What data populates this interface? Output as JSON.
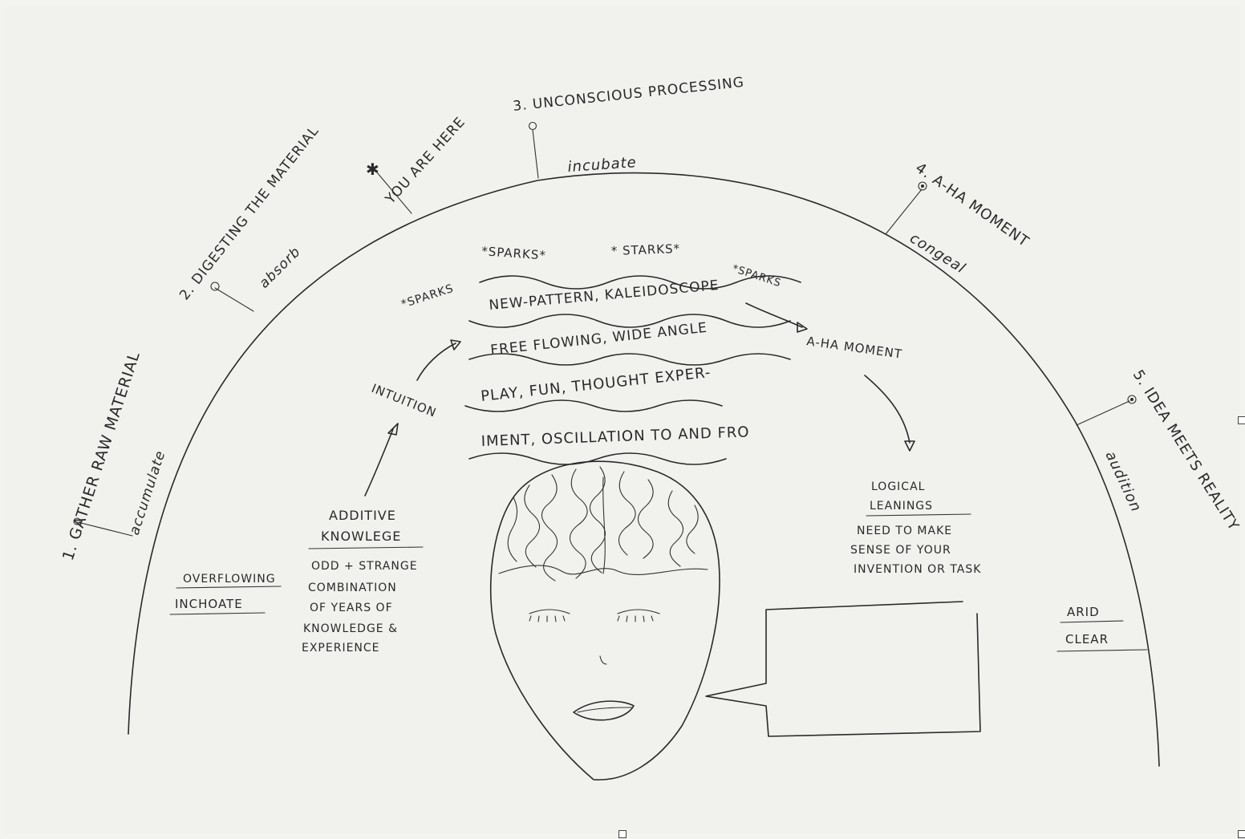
{
  "stages": [
    {
      "label": "1. GATHER RAW MATERIAL",
      "verb": "accumulate"
    },
    {
      "label": "2. DIGESTING THE MATERIAL",
      "verb": "absorb"
    },
    {
      "label": "3. UNCONSCIOUS PROCESSING",
      "verb": "incubate"
    },
    {
      "label": "4. A-HA MOMENT",
      "verb": "congeal"
    },
    {
      "label": "5. IDEA MEETS REALITY",
      "verb": "audition"
    }
  ],
  "you_are_here": "YOU ARE HERE",
  "sparks": [
    "*SPARKS*",
    "* STARKS*",
    "*SPARKS",
    "*SPARKS"
  ],
  "wave_bands": [
    "NEW-PATTERN, KALEIDOSCOPE",
    "FREE FLOWING, WIDE ANGLE",
    "PLAY, FUN, THOUGHT EXPER-",
    "IMENT, OSCILLATION TO AND FRO"
  ],
  "intuition": "INTUITION",
  "aha_center": "A-HA MOMENT",
  "left_words": [
    "OVERFLOWING",
    "INCHOATE"
  ],
  "additive": {
    "title": [
      "ADDITIVE",
      "KNOWLEGE"
    ],
    "body": [
      "ODD + STRANGE",
      "COMBINATION",
      "OF YEARS OF",
      "KNOWLEDGE &",
      "EXPERIENCE"
    ]
  },
  "logical": {
    "title": [
      "LOGICAL",
      "LEANINGS"
    ],
    "body": [
      "NEED TO MAKE",
      "SENSE OF YOUR",
      "INVENTION OR TASK"
    ]
  },
  "right_words": [
    "ARID",
    "CLEAR"
  ],
  "speech_bubble": ""
}
